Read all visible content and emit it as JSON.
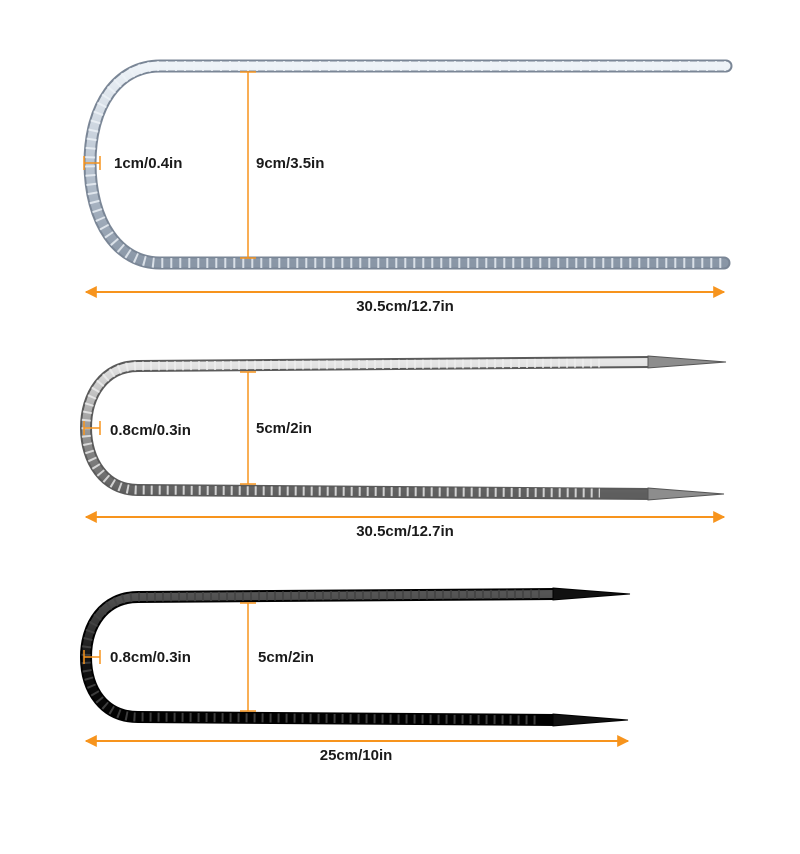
{
  "colors": {
    "dimension_line": "#f7941d",
    "galvanized": "#c9d3df",
    "steel": "#9a9a9a",
    "black_coated": "#151515"
  },
  "stakes": [
    {
      "finish": "galvanized",
      "thickness_label": "1cm/0.4in",
      "width_label": "9cm/3.5in",
      "length_label": "30.5cm/12.7in"
    },
    {
      "finish": "steel",
      "thickness_label": "0.8cm/0.3in",
      "width_label": "5cm/2in",
      "length_label": "30.5cm/12.7in"
    },
    {
      "finish": "black_coated",
      "thickness_label": "0.8cm/0.3in",
      "width_label": "5cm/2in",
      "length_label": "25cm/10in"
    }
  ]
}
